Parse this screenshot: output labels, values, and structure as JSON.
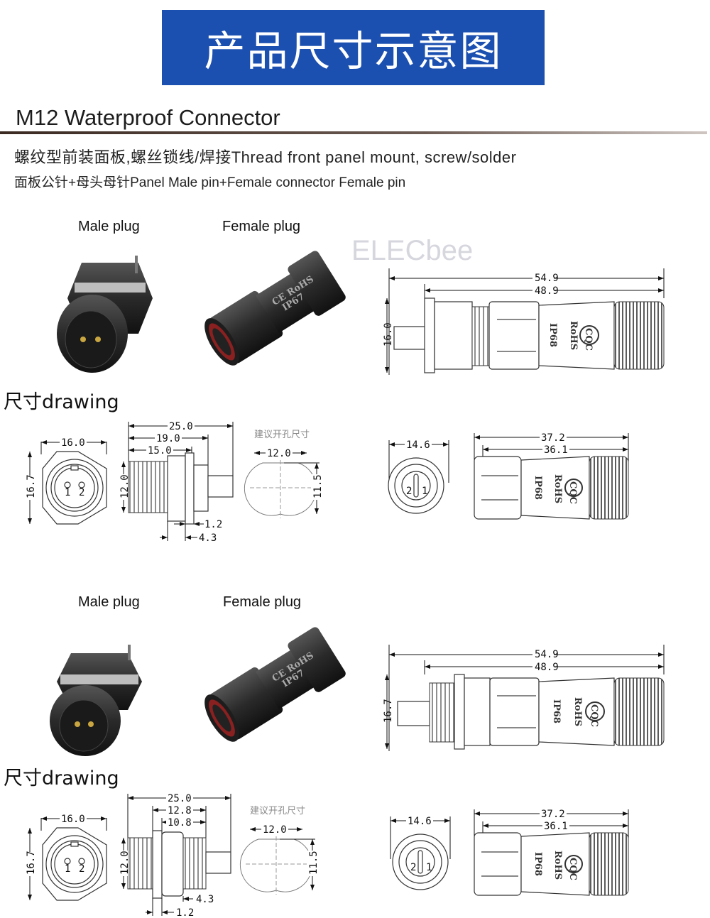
{
  "banner": {
    "title": "产品尺寸示意图",
    "color": "#1b4fb0"
  },
  "header": {
    "title": "M12  Waterproof Connector",
    "line2": "螺纹型前装面板,螺丝锁线/焊接Thread  front panel mount, screw/solder",
    "line3": "面板公针+母头母针Panel Male pin+Female connector Female pin"
  },
  "watermark": "ELECbee",
  "markings": {
    "female_plug": [
      "CE RoHS",
      "IP67"
    ],
    "assembly": [
      "CQC",
      "RoHS",
      "IP68"
    ]
  },
  "sections": [
    {
      "male_label": "Male plug",
      "female_label": "Female plug",
      "drawing_label": "尺寸drawing",
      "assembly_dims": {
        "overall": "54.9",
        "body": "48.9",
        "height": "16.0"
      },
      "male_front": {
        "width": "16.0",
        "height": "16.7",
        "pins": [
          "1",
          "2"
        ]
      },
      "male_side": {
        "total": "25.0",
        "d1": "19.0",
        "d2": "15.0",
        "thread": "12.0",
        "small1": "1.2",
        "small2": "4.3"
      },
      "cutout": {
        "caption": "建议开孔尺寸",
        "width": "12.0",
        "height": "11.5"
      },
      "female_front": {
        "width": "14.6",
        "pins": [
          "2",
          "1"
        ]
      },
      "female_side": {
        "overall": "37.2",
        "body": "36.1"
      }
    },
    {
      "male_label": "Male plug",
      "female_label": "Female plug",
      "drawing_label": "尺寸drawing",
      "assembly_dims": {
        "overall": "54.9",
        "body": "48.9",
        "height": "16.7"
      },
      "male_front": {
        "width": "16.0",
        "height": "16.7",
        "pins": [
          "1",
          "2"
        ]
      },
      "male_side": {
        "total": "25.0",
        "d1": "12.8",
        "d2": "10.8",
        "thread": "12.0",
        "small1": "4.3",
        "small2": "1.2"
      },
      "cutout": {
        "caption": "建议开孔尺寸",
        "width": "12.0",
        "height": "11.5"
      },
      "female_front": {
        "width": "14.6",
        "pins": [
          "2",
          "1"
        ]
      },
      "female_side": {
        "overall": "37.2",
        "body": "36.1"
      }
    }
  ]
}
